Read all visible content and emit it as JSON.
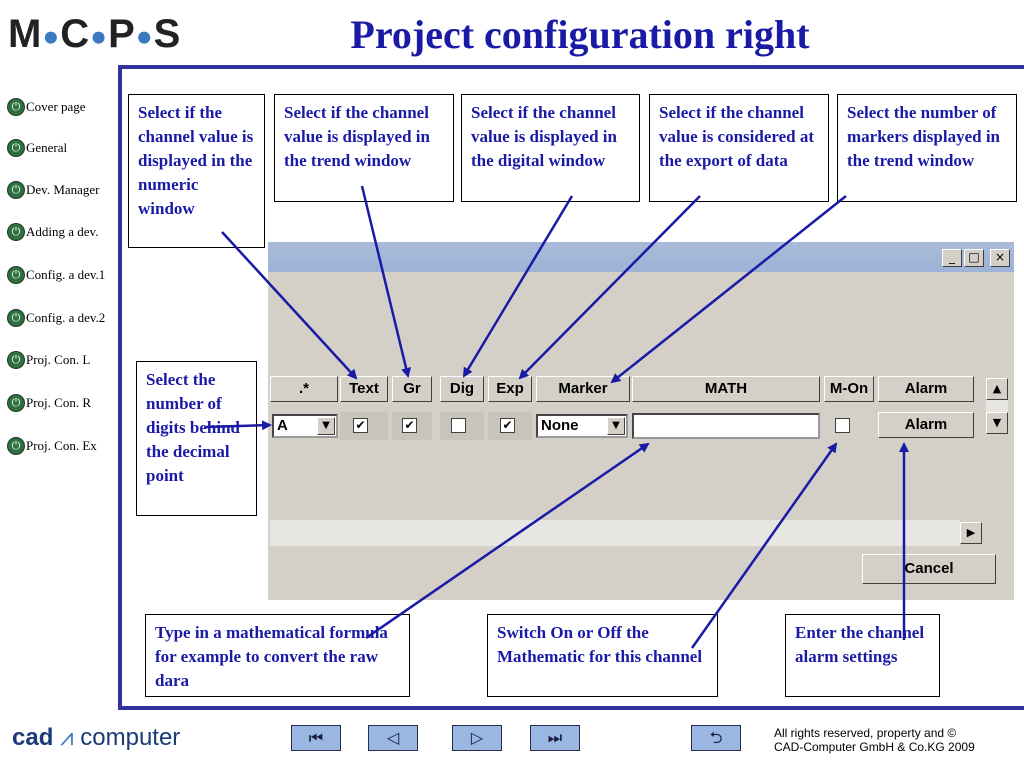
{
  "header": {
    "logo": "M·C·P·S",
    "title": "Project configuration right"
  },
  "nav": [
    {
      "label": "Cover page",
      "icon": "power-icon"
    },
    {
      "label": "General",
      "icon": "power-icon"
    },
    {
      "label": "Dev. Manager",
      "icon": "power-icon"
    },
    {
      "label": "Adding a dev.",
      "icon": "power-icon"
    },
    {
      "label": "Config. a dev.1",
      "icon": "power-icon"
    },
    {
      "label": "Config. a dev.2",
      "icon": "power-icon"
    },
    {
      "label": "Proj. Con. L",
      "icon": "power-icon"
    },
    {
      "label": "Proj. Con. R",
      "icon": "power-icon"
    },
    {
      "label": "Proj. Con. Ex",
      "icon": "power-icon"
    }
  ],
  "notes": {
    "numeric": "Select if the channel value is displayed in the numeric window",
    "trend": "Select if the channel value is displayed in the trend window",
    "digital": "Select if the channel value is displayed in the digital window",
    "export": "Select if the channel value is considered at the export of data",
    "markers": "Select the number of markers displayed in the trend window",
    "digits": "Select the number of digits behind the decimal point",
    "math": "Type in a mathematical formula for example to convert the raw dara",
    "mon": "Switch On or Off the Mathematic for this channel",
    "alarm": "Enter the channel alarm settings"
  },
  "window": {
    "controls": {
      "minimize": "_",
      "maximize": "□",
      "close": "×"
    },
    "headers": {
      "digits": ".*",
      "text": "Text",
      "gr": "Gr",
      "dig": "Dig",
      "exp": "Exp",
      "marker": "Marker",
      "math": "MATH",
      "mon": "M-On",
      "alarm": "Alarm"
    },
    "row": {
      "digits_value": "A",
      "text_checked": "✔",
      "gr_checked": "✔",
      "dig_checked": "",
      "exp_checked": "✔",
      "marker_value": "None",
      "math_value": "",
      "mon_checked": "",
      "alarm_button": "Alarm"
    },
    "cancel": "Cancel"
  },
  "footer": {
    "logo_left": "cad",
    "logo_right": "computer",
    "copyright_line1": "All rights reserved, property and ©",
    "copyright_line2": "CAD-Computer GmbH & Co.KG 2009"
  },
  "colors": {
    "accent": "#1a1aa6",
    "rule": "#3333a0",
    "titlebar": "#9db3d6",
    "dialog": "#d4d0c8"
  }
}
